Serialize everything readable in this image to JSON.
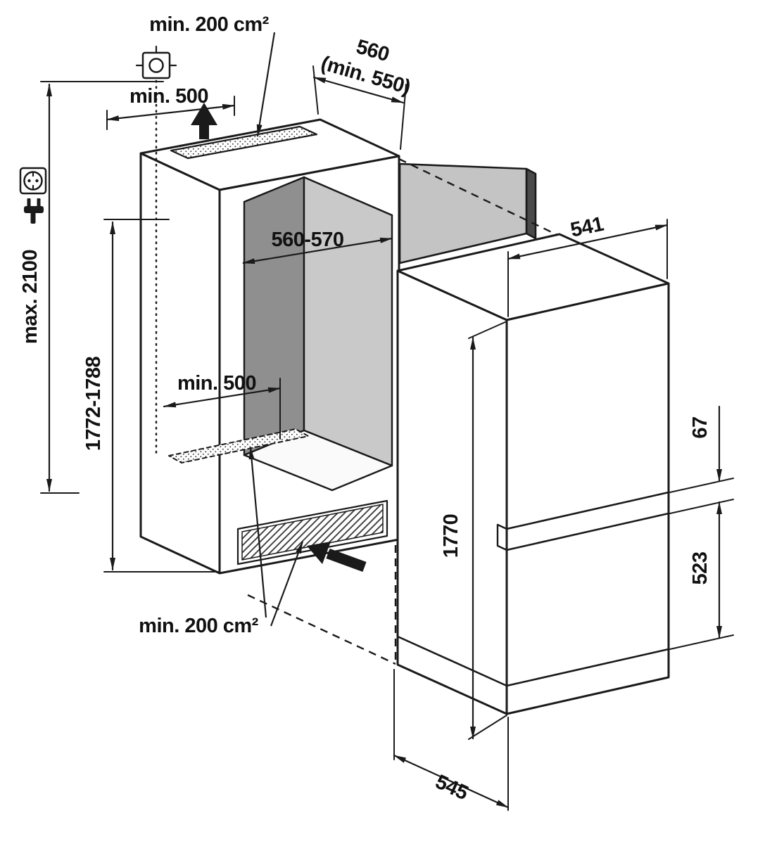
{
  "diagram": {
    "labels": {
      "top_vent_area": "min. 200 cm²",
      "top_clearance": "min. 500",
      "niche_depth": "560",
      "niche_depth_min": "(min. 550)",
      "room_height": "max. 2100",
      "niche_height": "1772-1788",
      "niche_width": "560-570",
      "inner_clearance": "min. 500",
      "bottom_vent_area": "min. 200 cm²",
      "appliance_width": "541",
      "upper_door_offset": "67",
      "appliance_height": "1770",
      "lower_door_height": "523",
      "appliance_depth": "545"
    },
    "icons": {
      "socket": "power-socket-symbol",
      "plug": "mains-plug-symbol",
      "junction_box": "mains-connection-symbol",
      "airflow_top": "air-outlet-arrow",
      "airflow_bottom": "air-inlet-arrow"
    },
    "colors": {
      "line": "#1a1a1a",
      "wall_dark": "#8f8f8f",
      "wall_light": "#c9c9c9",
      "ceiling": "#ececec",
      "floor": "#fafafa",
      "panel_face": "#c4c4c4",
      "panel_side": "#4a4a4a",
      "background": "#ffffff"
    }
  }
}
